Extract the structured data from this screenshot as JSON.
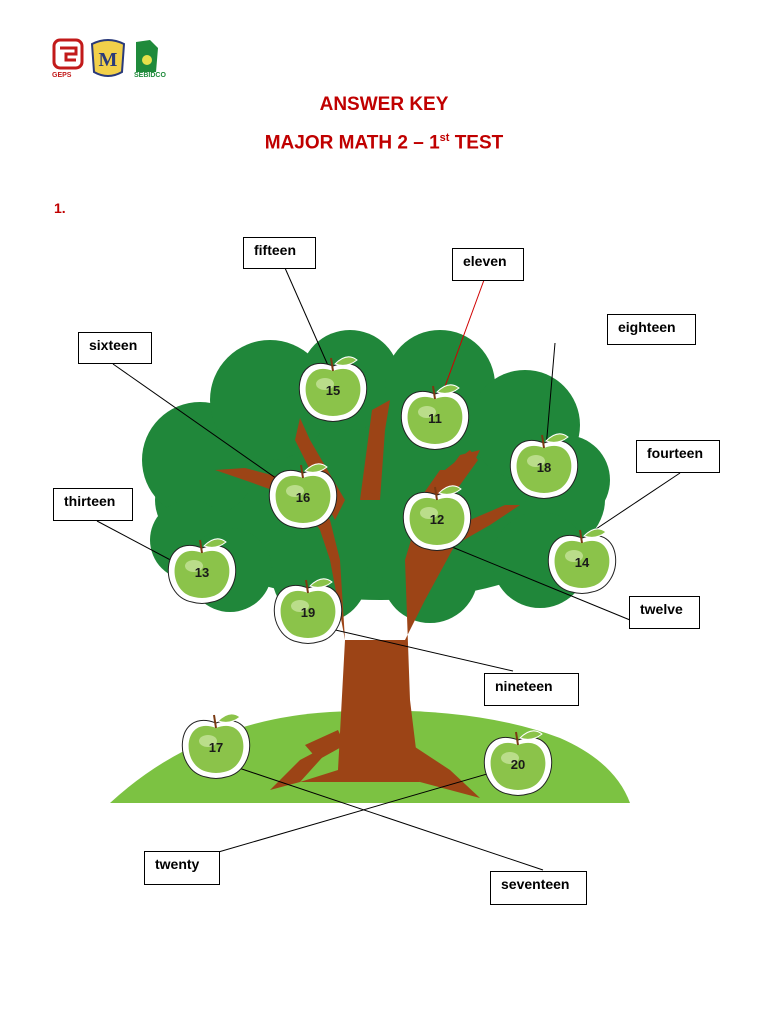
{
  "logos": [
    {
      "name": "geps-logo",
      "label": "GEPS"
    },
    {
      "name": "m-crest-logo",
      "label": ""
    },
    {
      "name": "sebidco-logo",
      "label": "SEBIDCO"
    }
  ],
  "header": {
    "title": "ANSWER KEY",
    "subtitle_main": "MAJOR MATH 2 – 1",
    "subtitle_sup": "st",
    "subtitle_end": " TEST"
  },
  "question_number": "1.",
  "apples": [
    {
      "id": "a15",
      "number": "15"
    },
    {
      "id": "a11",
      "number": "11"
    },
    {
      "id": "a18",
      "number": "18"
    },
    {
      "id": "a16",
      "number": "16"
    },
    {
      "id": "a12",
      "number": "12"
    },
    {
      "id": "a14",
      "number": "14"
    },
    {
      "id": "a13",
      "number": "13"
    },
    {
      "id": "a19",
      "number": "19"
    },
    {
      "id": "a17",
      "number": "17"
    },
    {
      "id": "a20",
      "number": "20"
    }
  ],
  "words": {
    "fifteen": "fifteen",
    "eleven": "eleven",
    "eighteen": "eighteen",
    "sixteen": "sixteen",
    "fourteen": "fourteen",
    "thirteen": "thirteen",
    "twelve": "twelve",
    "nineteen": "nineteen",
    "twenty": "twenty",
    "seventeen": "seventeen"
  },
  "colors": {
    "title": "#c00000",
    "canopy": "#20873a",
    "trunk": "#9c4416",
    "grass": "#7cc242",
    "apple": "#8bc34a",
    "eleven_line": "#d00000"
  }
}
